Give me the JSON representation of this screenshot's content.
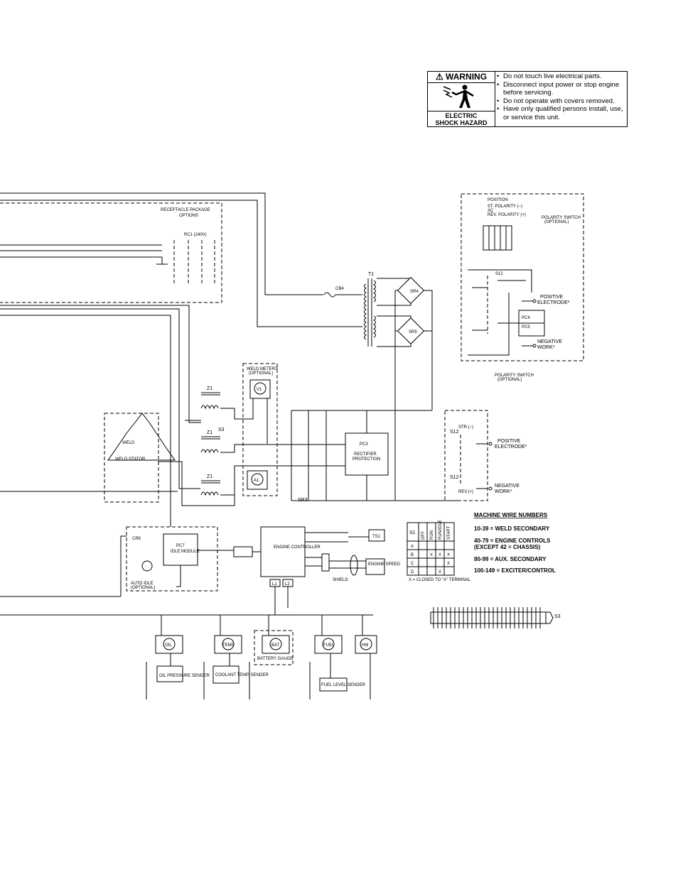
{
  "warning": {
    "heading": "⚠ WARNING",
    "hazard_line1": "ELECTRIC",
    "hazard_line2": "SHOCK HAZARD",
    "items": [
      "Do not touch live electrical parts.",
      "Disconnect input power or stop engine before servicing.",
      "Do not operate with covers removed.",
      "Have only qualified persons install, use, or service this unit."
    ]
  },
  "labels": {
    "receptacle": "RECEPTACLE PACKAGE",
    "receptacle2": "OPTIONS",
    "rc1": "RC1 (240V)",
    "transformer": "T1",
    "cb4": "CB4",
    "sr4": "SR4",
    "sr5": "SR5",
    "weld_meters": "WELD METERS",
    "weld_meters_opt": "(OPTIONAL)",
    "v1": "V1",
    "a1": "A1",
    "z1": "Z1",
    "s3": "S3",
    "weld": "WELD",
    "weld_stator": "WELD STATOR",
    "pc3": "PC3",
    "rectifier": "RECTIFIER",
    "protection": "PROTECTION",
    "sr3": "SR3",
    "s12": "S12",
    "str": "STR.(−)",
    "rev": "REV.(+)",
    "positive": "POSITIVE",
    "electrode": "ELECTRODE*",
    "negative": "NEGATIVE",
    "work": "WORK*",
    "polarity_switch": "POLARITY SWITCH",
    "optional": "(OPTIONAL)",
    "position": "POSITION",
    "st_polarity": "ST. POLARITY (−)",
    "ac": "AC",
    "rev_polarity": "REV. POLARITY (+)",
    "pc4": "PC4",
    "pc5": "PC5",
    "cr6": "CR6",
    "pc7": "PC7",
    "idle_module": "IDLE MODULE",
    "auto_idle": "AUTO IDLE",
    "engine_controller": "ENGINE CONTROLLER",
    "ts1": "TS1",
    "engine_speed": "ENGINE SPEED",
    "shield": "SHIELD",
    "l1": "L1",
    "l2": "L2",
    "oil": "OIL",
    "temp": "TEMP",
    "bat": "BAT",
    "fuel": "FUEL",
    "hm": "HM",
    "oil_sender": "OIL PRESSURE SENDER",
    "coolant_sender": "COOLANT TEMP. SENDER",
    "battery_gauge": "BATTERY GAUGE",
    "fuel_sender": "FUEL LEVEL SENDER",
    "s1": "S1"
  },
  "wire_numbers": {
    "title": "MACHINE WIRE NUMBERS",
    "items": [
      "10-39 = WELD SECONDARY",
      "40-79 = ENGINE CONTROLS",
      "(EXCEPT 42 = CHASSIS)",
      "80-99 = AUX. SECONDARY",
      "100-149 = EXCITER/CONTROL"
    ]
  },
  "s1_table": {
    "columns": [
      "OFF",
      "RUN",
      "RUN/IDLE",
      "START"
    ],
    "rows": [
      {
        "label": "A",
        "cells": [
          "",
          "",
          "",
          ""
        ]
      },
      {
        "label": "B",
        "cells": [
          "",
          "X",
          "X",
          "X"
        ]
      },
      {
        "label": "C",
        "cells": [
          "",
          "",
          "",
          "X"
        ]
      },
      {
        "label": "D",
        "cells": [
          "",
          "",
          "X",
          ""
        ]
      }
    ],
    "note": "X = CLOSED TO \"A\" TERMINAL"
  },
  "colors": {
    "ink": "#000000",
    "paper": "#ffffff"
  }
}
